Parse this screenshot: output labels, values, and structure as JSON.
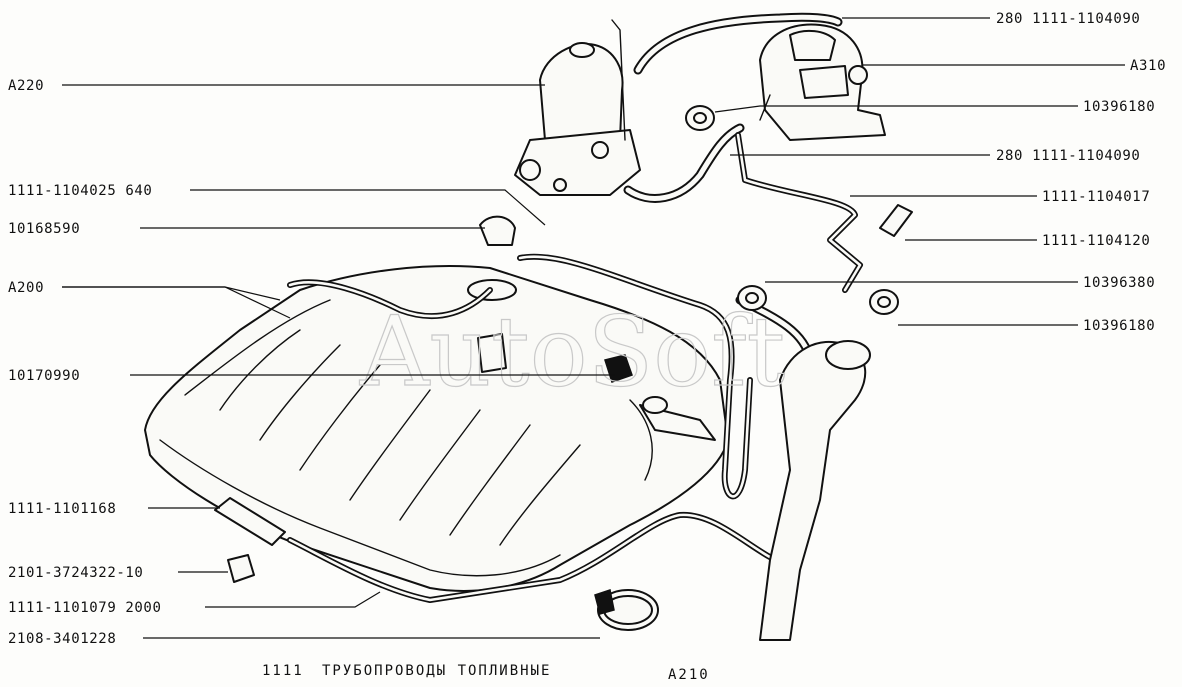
{
  "labels_left": {
    "a220": "A220",
    "hose_1111_1104025": "1111-1104025 640",
    "clamp_10168590": "10168590",
    "a200": "A200",
    "clip_10170990": "10170990",
    "filler_1111_1101168": "1111-1101168",
    "clamp_2101_3724322": "2101-3724322-10",
    "pipe_1111_1101079": "1111-1101079 2000",
    "clamp_2108_3401228": "2108-3401228"
  },
  "labels_right": {
    "hose_280_top": "280 1111-1104090",
    "a310": "A310",
    "grommet_10396180_top": "10396180",
    "hose_280_mid": "280 1111-1104090",
    "pipe_1111_1104017": "1111-1104017",
    "sleeve_1111_1104120": "1111-1104120",
    "grommet_10396380": "10396380",
    "grommet_10396180_bottom": "10396180"
  },
  "caption": {
    "model": "1111",
    "title": "ТРУБОПРОВОДЫ ТОПЛИВНЫЕ",
    "code": "A210"
  },
  "watermark": "AutoSoft"
}
